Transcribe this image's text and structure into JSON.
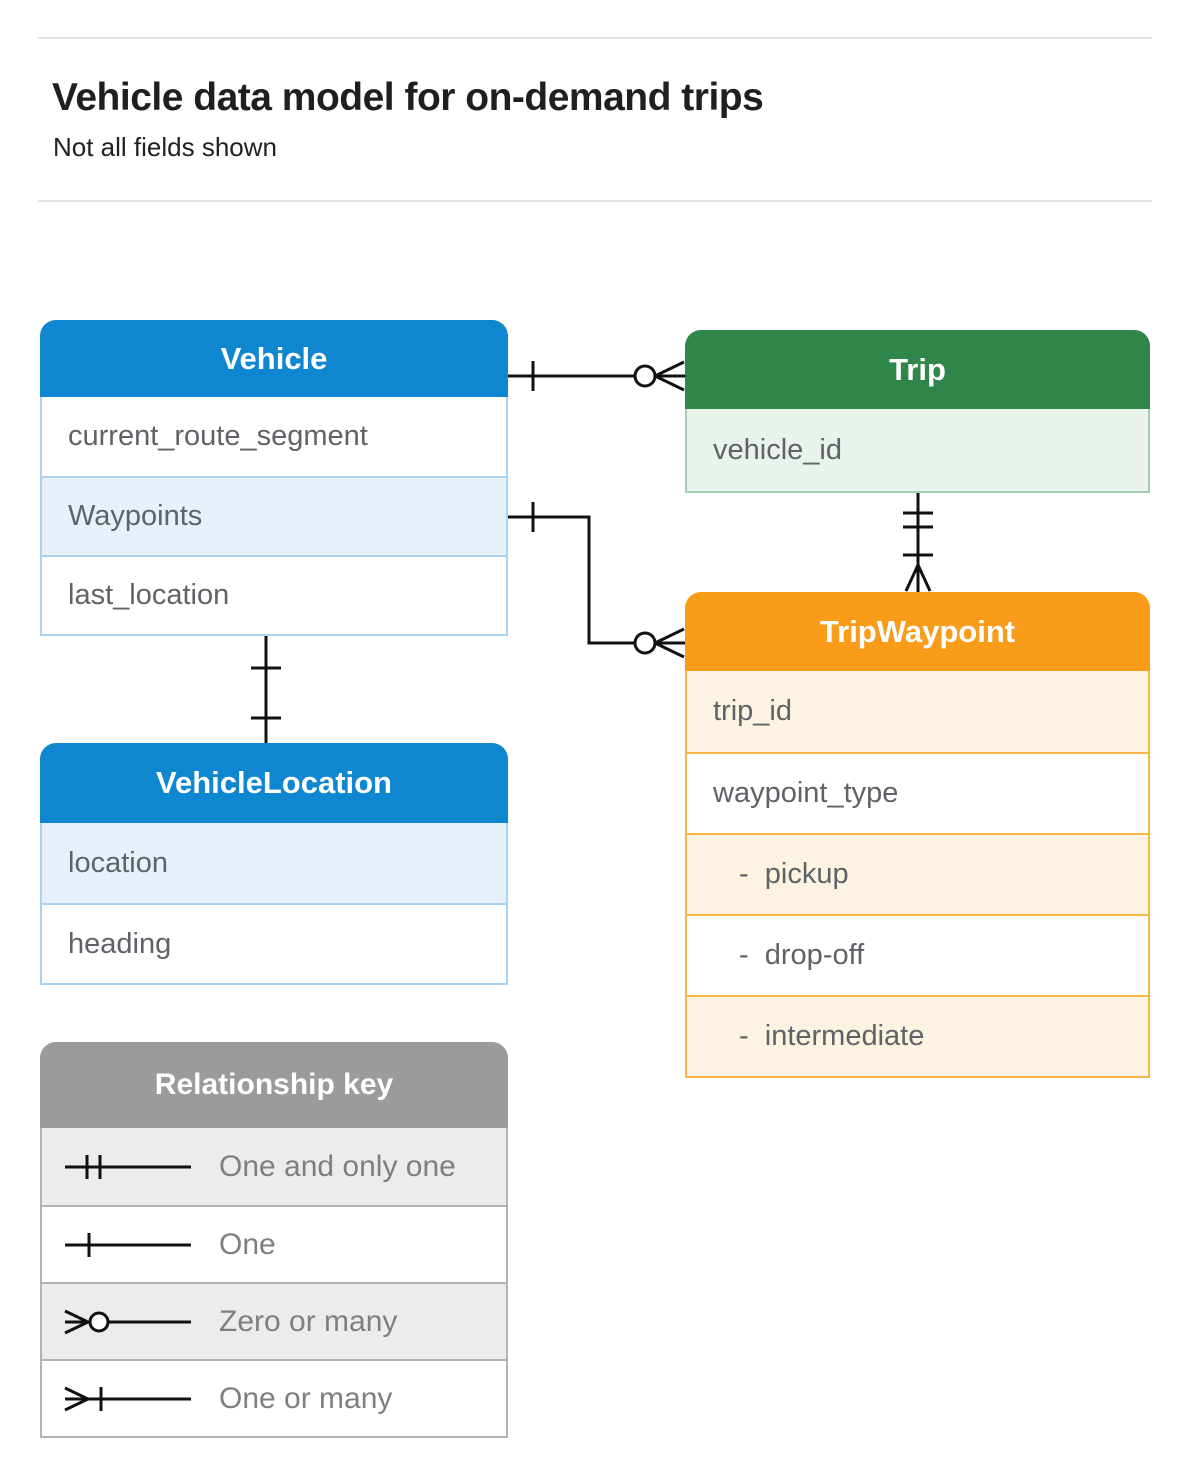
{
  "page": {
    "title": "Vehicle data model for on-demand trips",
    "subtitle": "Not all fields shown"
  },
  "entities": {
    "vehicle": {
      "title": "Vehicle",
      "fields": [
        "current_route_segment",
        "Waypoints",
        "last_location"
      ]
    },
    "trip": {
      "title": "Trip",
      "fields": [
        "vehicle_id"
      ]
    },
    "trip_waypoint": {
      "title": "TripWaypoint",
      "fields": [
        "trip_id",
        "waypoint_type",
        "-  pickup",
        "-  drop-off",
        "-  intermediate"
      ]
    },
    "vehicle_location": {
      "title": "VehicleLocation",
      "fields": [
        "location",
        "heading"
      ]
    }
  },
  "relationships": [
    {
      "from": "Vehicle",
      "to": "Trip",
      "from_cardinality": "one",
      "to_cardinality": "zero-or-many"
    },
    {
      "from": "Vehicle.Waypoints",
      "to": "TripWaypoint",
      "from_cardinality": "one",
      "to_cardinality": "zero-or-many"
    },
    {
      "from": "Trip",
      "to": "TripWaypoint",
      "from_cardinality": "one-and-only-one",
      "to_cardinality": "one-or-many"
    },
    {
      "from": "Vehicle",
      "to": "VehicleLocation",
      "from_cardinality": "one",
      "to_cardinality": "one"
    }
  ],
  "legend": {
    "title": "Relationship key",
    "items": [
      {
        "symbol": "one-and-only-one",
        "label": "One and only one"
      },
      {
        "symbol": "one",
        "label": "One"
      },
      {
        "symbol": "zero-or-many",
        "label": "Zero or many"
      },
      {
        "symbol": "one-or-many",
        "label": "One or many"
      }
    ]
  },
  "colors": {
    "blue": "#0e87d0",
    "blue_row": "#e8f1fb",
    "blue_border": "#a9d3f1",
    "green": "#2e8649",
    "green_row": "#e9f2eb",
    "green_border": "#a5cdb1",
    "orange": "#f99c1a",
    "orange_row": "#fdf3e2",
    "orange_border": "#f7b547",
    "gray": "#9b9b9b",
    "gray_row": "#ececec",
    "gray_border": "#b3b3b3",
    "field_text": "#5f6368",
    "legend_text": "#7f7f7f",
    "title_text": "#1f1f1f",
    "line": "#111111"
  }
}
